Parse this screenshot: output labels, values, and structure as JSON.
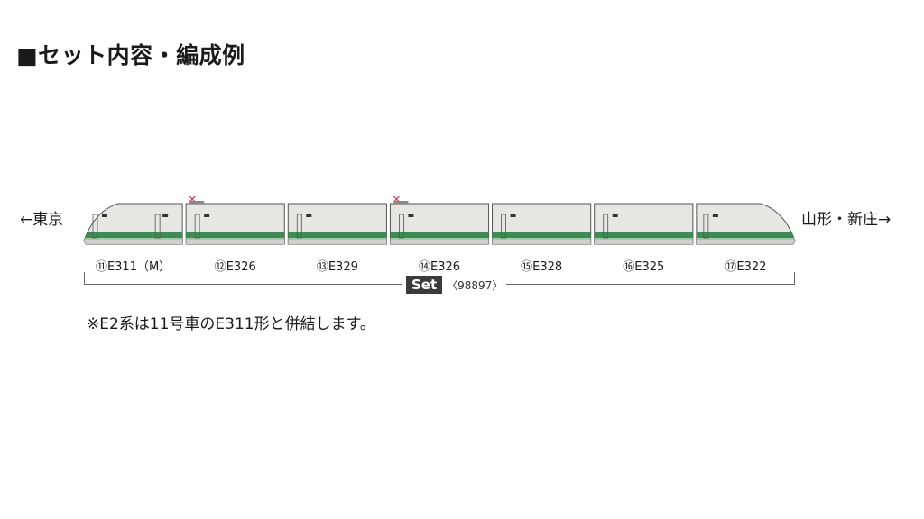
{
  "title": "■セット内容・編成例",
  "direction_left": "←東京",
  "direction_right": "山形・新庄→",
  "cars": [
    {
      "label": "⑪E311（M）",
      "type": "lead"
    },
    {
      "label": "⑫E326",
      "type": "pantograph"
    },
    {
      "label": "⑬E329",
      "type": "middle"
    },
    {
      "label": "⑭E326",
      "type": "pantograph"
    },
    {
      "label": "⑮E328",
      "type": "middle"
    },
    {
      "label": "⑯E325",
      "type": "middle"
    },
    {
      "label": "⑰E322",
      "type": "tail"
    }
  ],
  "set": {
    "badge": "Set",
    "number": "〈98897〉"
  },
  "note": "※E2系は11号車のE311形と併結します。",
  "colors": {
    "body": "#e6e6e2",
    "stripe_green": "#3f8a55",
    "stripe_light": "#9ccfa8",
    "pantograph": "#d0303a",
    "outline": "#555555"
  }
}
